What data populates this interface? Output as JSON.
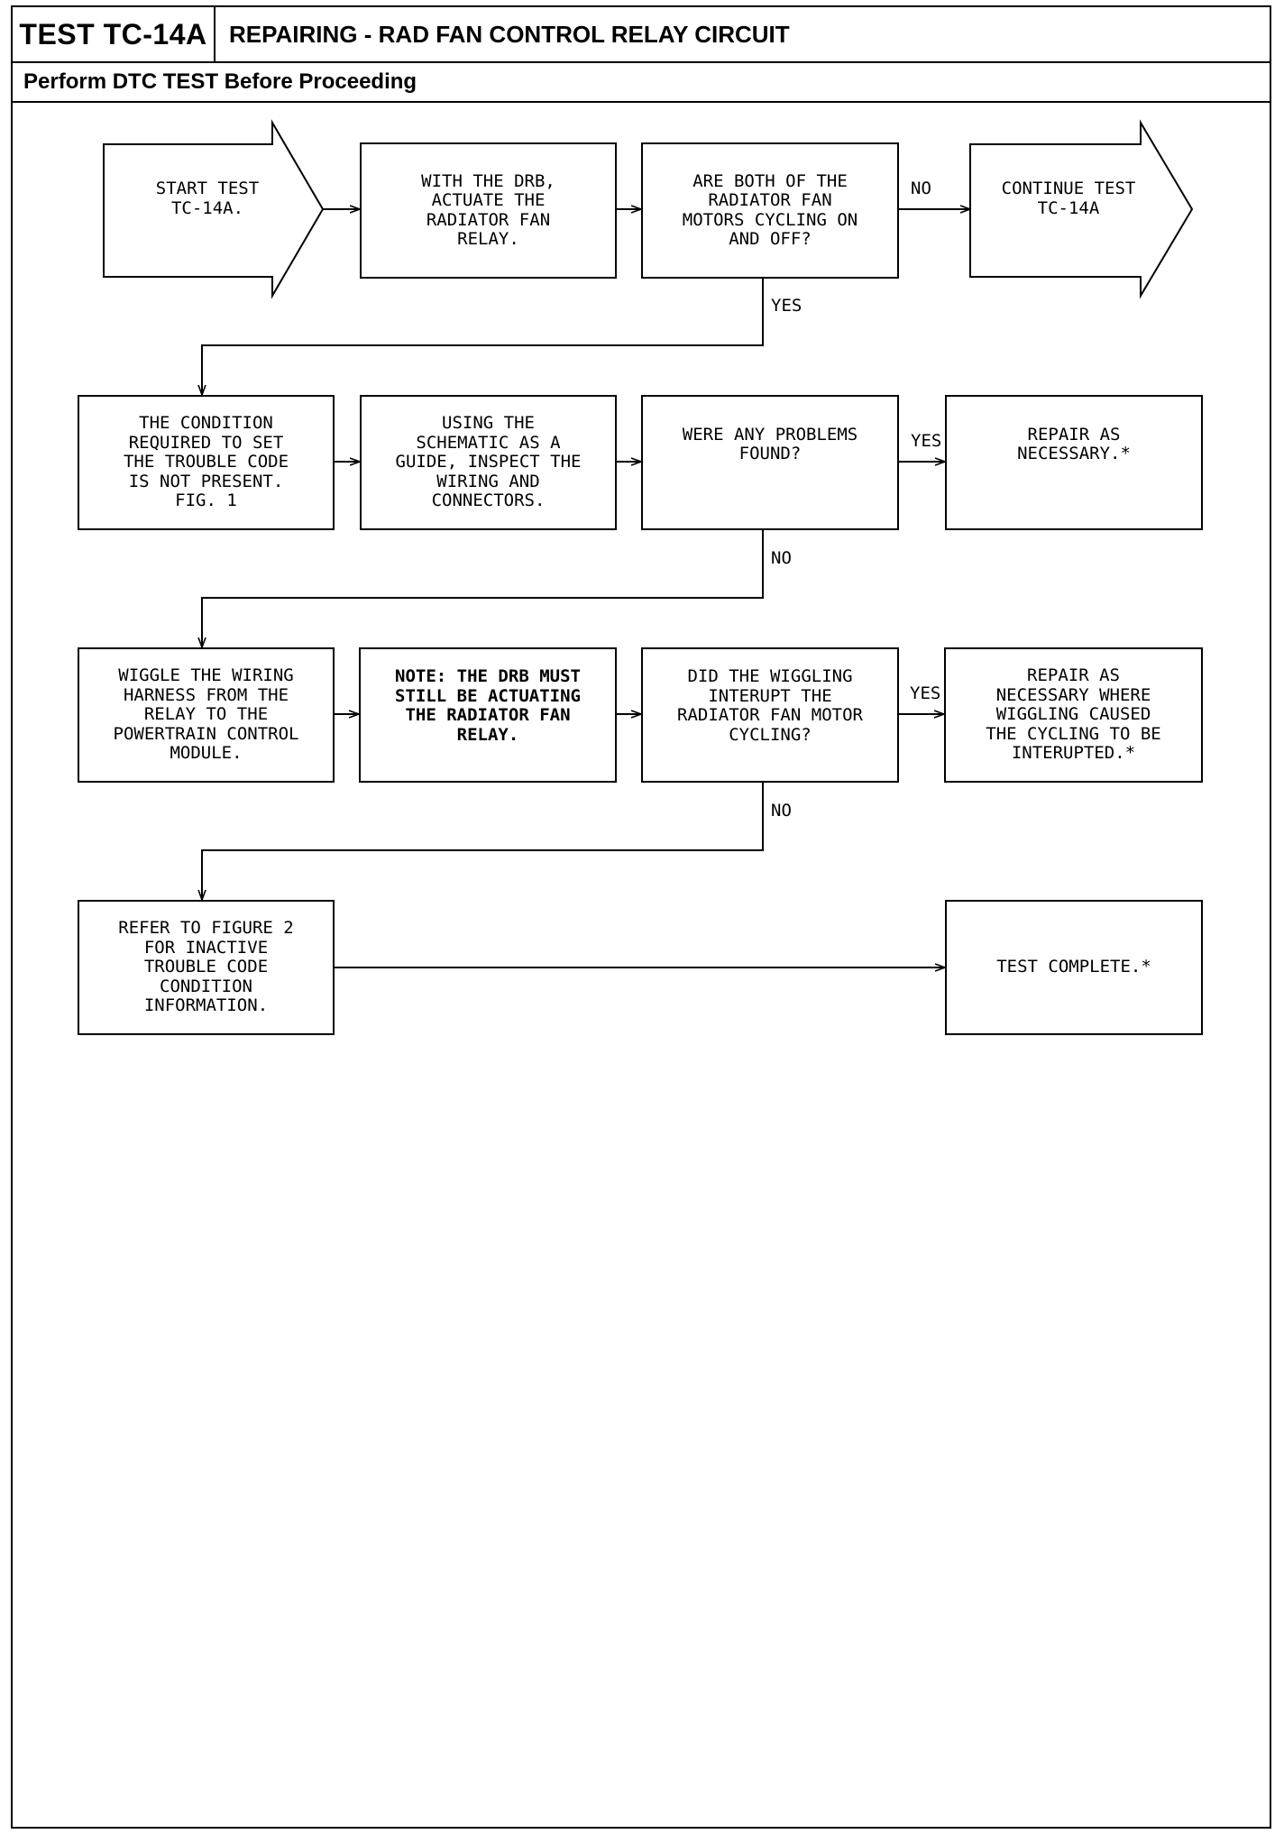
{
  "header": {
    "test_id": "TEST TC-14A",
    "title": "REPAIRING - RAD FAN CONTROL RELAY CIRCUIT",
    "subtitle": "Perform DTC TEST Before Proceeding"
  },
  "flowchart": {
    "start": "START TEST\nTC-14A.",
    "actuate": "WITH THE DRB,\nACTUATE THE\nRADIATOR FAN\nRELAY.",
    "cycling_question": "ARE BOTH OF THE\nRADIATOR FAN\nMOTORS CYCLING ON\nAND OFF?",
    "continue": "CONTINUE TEST\nTC-14A",
    "condition_not_present": "THE CONDITION\nREQUIRED TO SET\nTHE TROUBLE CODE\nIS NOT PRESENT.\nFIG. 1",
    "inspect_wiring": "USING THE\nSCHEMATIC AS A\nGUIDE, INSPECT THE\nWIRING AND\nCONNECTORS.",
    "problems_question": "WERE ANY PROBLEMS\nFOUND?",
    "repair_necessary": "REPAIR AS\nNECESSARY.*",
    "wiggle_harness": "WIGGLE THE WIRING\nHARNESS FROM THE\nRELAY TO THE\nPOWERTRAIN CONTROL\nMODULE.",
    "note_drb": "NOTE: THE DRB MUST\nSTILL BE ACTUATING\nTHE RADIATOR FAN\nRELAY.",
    "wiggle_question": "DID THE WIGGLING\nINTERUPT THE\nRADIATOR FAN MOTOR\nCYCLING?",
    "repair_wiggling": "REPAIR AS\nNECESSARY WHERE\nWIGGLING CAUSED\nTHE CYCLING TO BE\nINTERUPTED.*",
    "refer_figure2": "REFER TO FIGURE 2\nFOR INACTIVE\nTROUBLE CODE\nCONDITION\nINFORMATION.",
    "test_complete": "TEST COMPLETE.*"
  },
  "labels": {
    "no": "NO",
    "yes": "YES"
  }
}
